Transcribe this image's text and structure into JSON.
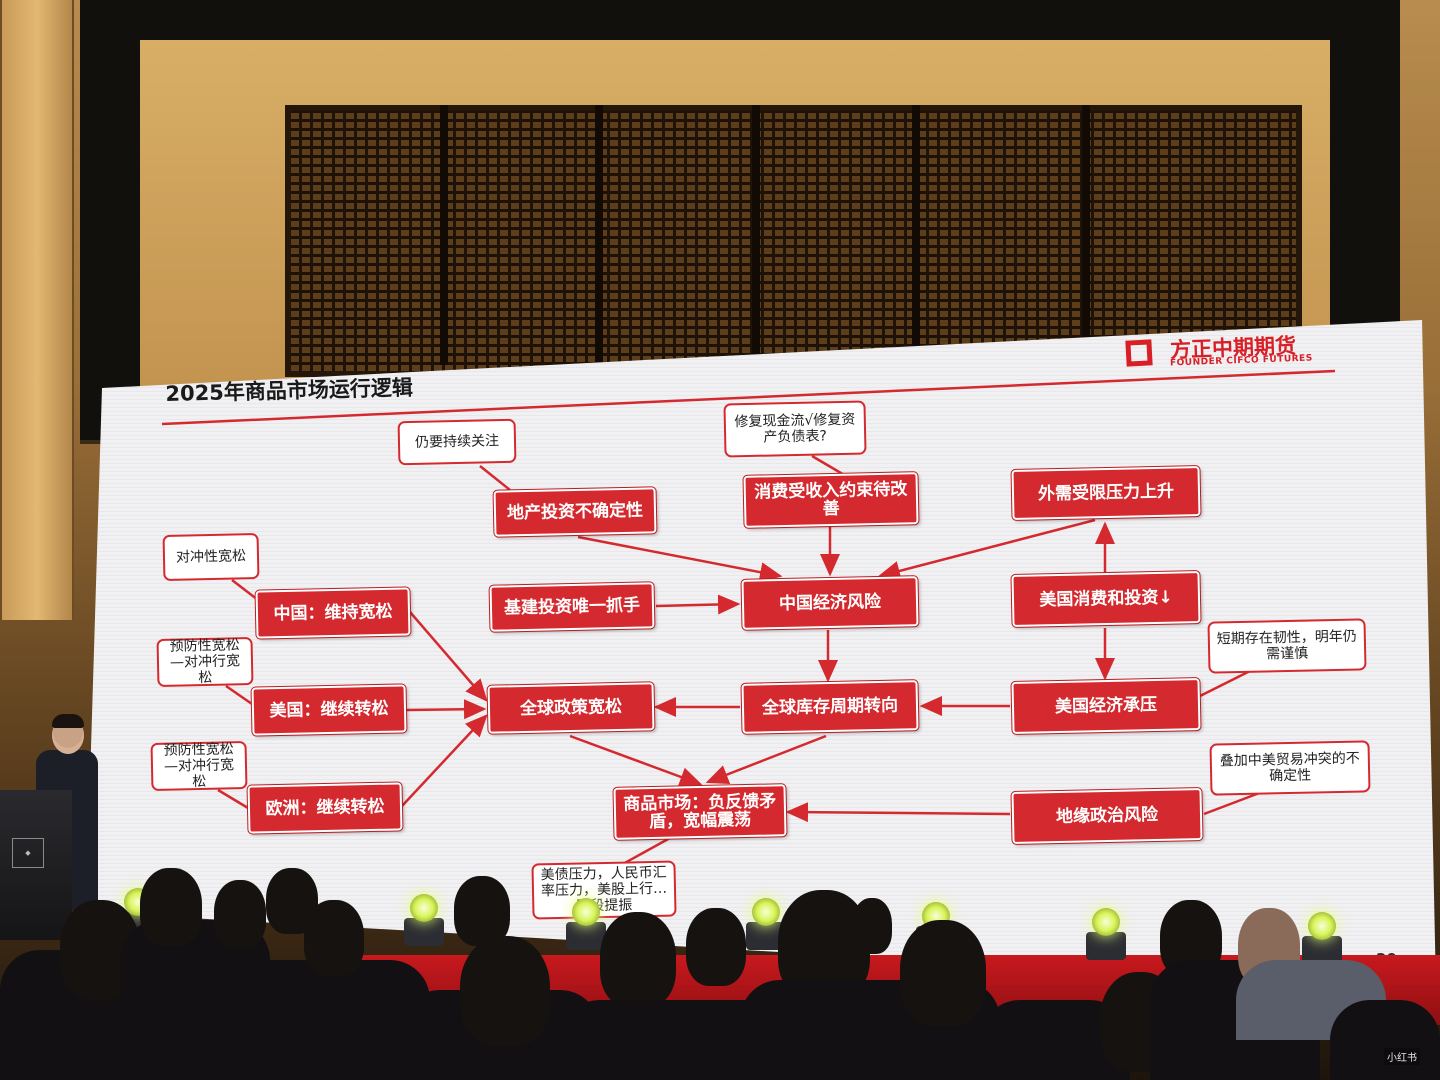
{
  "slide": {
    "title": "2025年商品市场运行逻辑",
    "page_number": "20",
    "logo_cn": "方正中期期货",
    "logo_en": "FOUNDER CIFCO FUTURES",
    "colors": {
      "node_fill": "#d42a2f",
      "node_text": "#ffffff",
      "accent": "#d81f26"
    }
  },
  "nodes": {
    "real_estate": "地产投资不确定性",
    "consumption": "消费受收入约束待改善",
    "external_demand": "外需受限压力上升",
    "infrastructure": "基建投资唯一抓手",
    "china_risk": "中国经济风险",
    "us_consumption": "美国消费和投资↓",
    "china_policy": "中国：维持宽松",
    "us_policy": "美国：继续转松",
    "eu_policy": "欧洲：继续转松",
    "global_easing": "全球政策宽松",
    "inventory_cycle": "全球库存周期转向",
    "us_pressure": "美国经济承压",
    "commodity_market": "商品市场：负反馈矛盾，宽幅震荡",
    "geopolitical": "地缘政治风险"
  },
  "callouts": {
    "real_estate_note": "仍要持续关注",
    "consumption_note": "修复现金流√修复资产负债表?",
    "china_note": "对冲性宽松",
    "us_note": "预防性宽松—对冲行宽松",
    "eu_note": "预防性宽松—对冲行宽松",
    "us_pressure_note": "短期存在韧性，明年仍需谨慎",
    "geopolitical_note": "叠加中美贸易冲突的不确定性",
    "commodity_note": "美债压力，人民币汇率压力，美股上行…阶段提振"
  },
  "venue": {
    "watermark": "小红书"
  }
}
